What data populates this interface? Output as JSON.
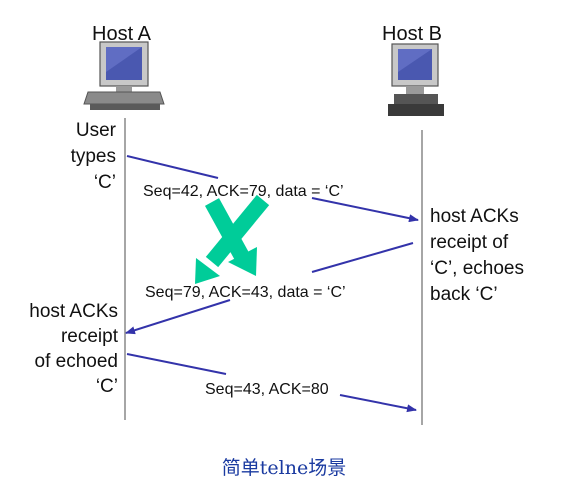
{
  "hosts": {
    "a": {
      "label": "Host A",
      "icon": "computer-icon"
    },
    "b": {
      "label": "Host B",
      "icon": "computer-icon"
    }
  },
  "notes": {
    "a_top": [
      "User",
      "types",
      "‘C’"
    ],
    "b_mid": [
      "host ACKs",
      "receipt of",
      "‘C’, echoes",
      "back ‘C’"
    ],
    "a_bottom": [
      "host ACKs",
      "receipt",
      "of echoed",
      "‘C’"
    ]
  },
  "messages": [
    {
      "label": "Seq=42, ACK=79, data = ‘C’"
    },
    {
      "label": "Seq=79, ACK=43, data = ‘C’"
    },
    {
      "label": "Seq=43, ACK=80"
    }
  ],
  "caption": "简单telne场景",
  "colors": {
    "arrow": "#3333aa",
    "cross": "#00cc99",
    "line": "#888888",
    "caption": "#1a3aa0"
  },
  "icons": {
    "crossed_arrows": "crossed-arrows-icon"
  }
}
